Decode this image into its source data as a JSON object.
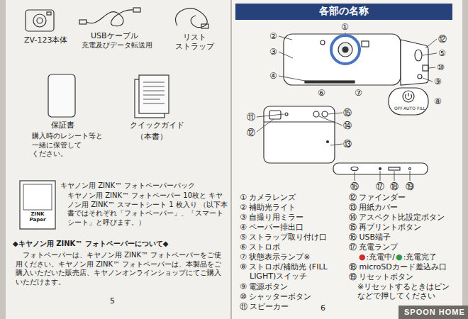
{
  "diagram": {
    "title": "各部の名称",
    "labels": [
      "ZV-123本体",
      "USBケーブル",
      "充電及びデータ転送用",
      "リスト ストラップ",
      "保証書",
      "購入時のレシート等と 一緒に保管して ください。",
      "クイックガイド",
      "（本書）",
      "ZINK Paper",
      "キヤノン用 ZINK™ フォトペーパーパック",
      "キヤノン用 ZINK™ フォトペーパー 10枚と キヤノン用 ZINK™ スマートシート 1 枚入り （以下本書ではそれぞれ「フォトペーパー」、「スマートシート」と呼びます。）",
      "◆キヤノン用 ZINK™ フォトペーパーについて◆",
      "フォトペーパーは、キヤノン用 ZINK™ フォトペーパーをご使用ください。キヤノン用 ZINK™ フォトペーパーは、本製品をご購入いただいた販売店、キヤノンオンラインショップにてご購入いただけます。",
      "5",
      "①",
      "②",
      "③",
      "④",
      "⑥",
      "⑦",
      "⑫",
      "⑤",
      "⑩",
      "⑨",
      "⑧",
      "OFF",
      "AUTO",
      "FILL",
      "⑪",
      "⑫",
      "⑮",
      "⑭",
      "⑬",
      "⑯",
      "⑰",
      "⑱",
      "⑲",
      "① カメラレンズ",
      "② 補助光ライト",
      "③ 自撮り用ミラー",
      "④ ペーパー排出口",
      "⑤ ストラップ取り付け口",
      "⑥ ストロボ",
      "⑦ 状態表示ランプ※",
      "⑧ ストロボ/補助光 (FILL LIGHT)スイッチ",
      "⑨ 電源ボタン",
      "⑩ シャッターボタン",
      "⑪ スピーカー",
      "⑫ ファインダー",
      "⑬ 用紙カバー",
      "⑭ アスペクト比設定ボタン",
      "⑮ 再プリントボタン",
      "⑯ USB端子",
      "⑰ 充電ランプ",
      "●",
      ":充電中/",
      "●",
      ":充電完了",
      "⑱ microSDカード差込み口",
      "⑲ リセットボタン",
      "※リセットするときはピン などで押してください",
      "6",
      "SPOON HOME"
    ]
  }
}
